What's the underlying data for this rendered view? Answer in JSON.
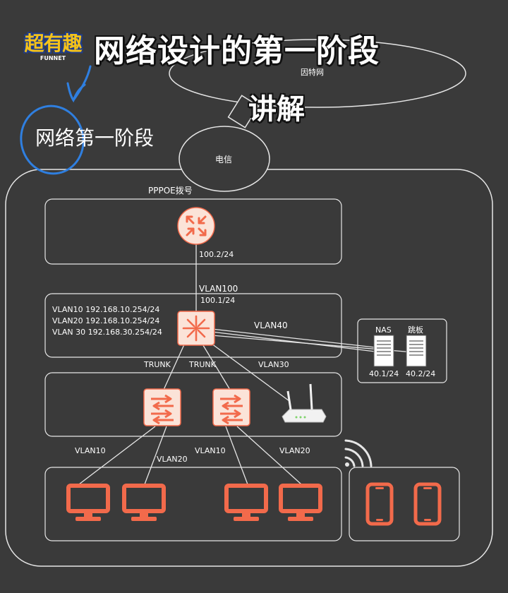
{
  "header": {
    "logo_text": "超有趣",
    "logo_sub": "FUNNET",
    "title": "网络设计的第一阶段",
    "subtitle": "讲解",
    "handwritten_note": "网络第一阶段"
  },
  "nodes": {
    "internet": "因特网",
    "isp": "电信",
    "pppoe_label": "PPPOE拨号",
    "router_ip": "100.2/24",
    "uplink_vlan": "VLAN100",
    "core_ip": "100.1/24",
    "core_vlans": [
      "VLAN10 192.168.10.254/24",
      "VLAN20 192.168.10.254/24",
      "VLAN 30 192.168.30.254/24"
    ],
    "server_vlan": "VLAN40",
    "nas_label": "NAS",
    "jump_label": "跳板",
    "nas_ip": "40.1/24",
    "jump_ip": "40.2/24",
    "trunk_left": "TRUNK",
    "trunk_right": "TRUNK",
    "ap_vlan": "VLAN30",
    "access_links": [
      "VLAN10",
      "VLAN20",
      "VLAN10",
      "VLAN20"
    ]
  },
  "colors": {
    "background": "#3a3a3a",
    "device_orange": "#f26a4b",
    "router_tint": "#fbe3d8",
    "annotation_blue": "#2f7fe0"
  },
  "icons": {
    "router": "router-icon",
    "core_switch": "core-switch-icon",
    "access_switch": "access-switch-icon",
    "server": "server-icon",
    "wireless_ap": "wireless-ap-icon",
    "monitor": "monitor-icon",
    "phone": "phone-icon"
  }
}
